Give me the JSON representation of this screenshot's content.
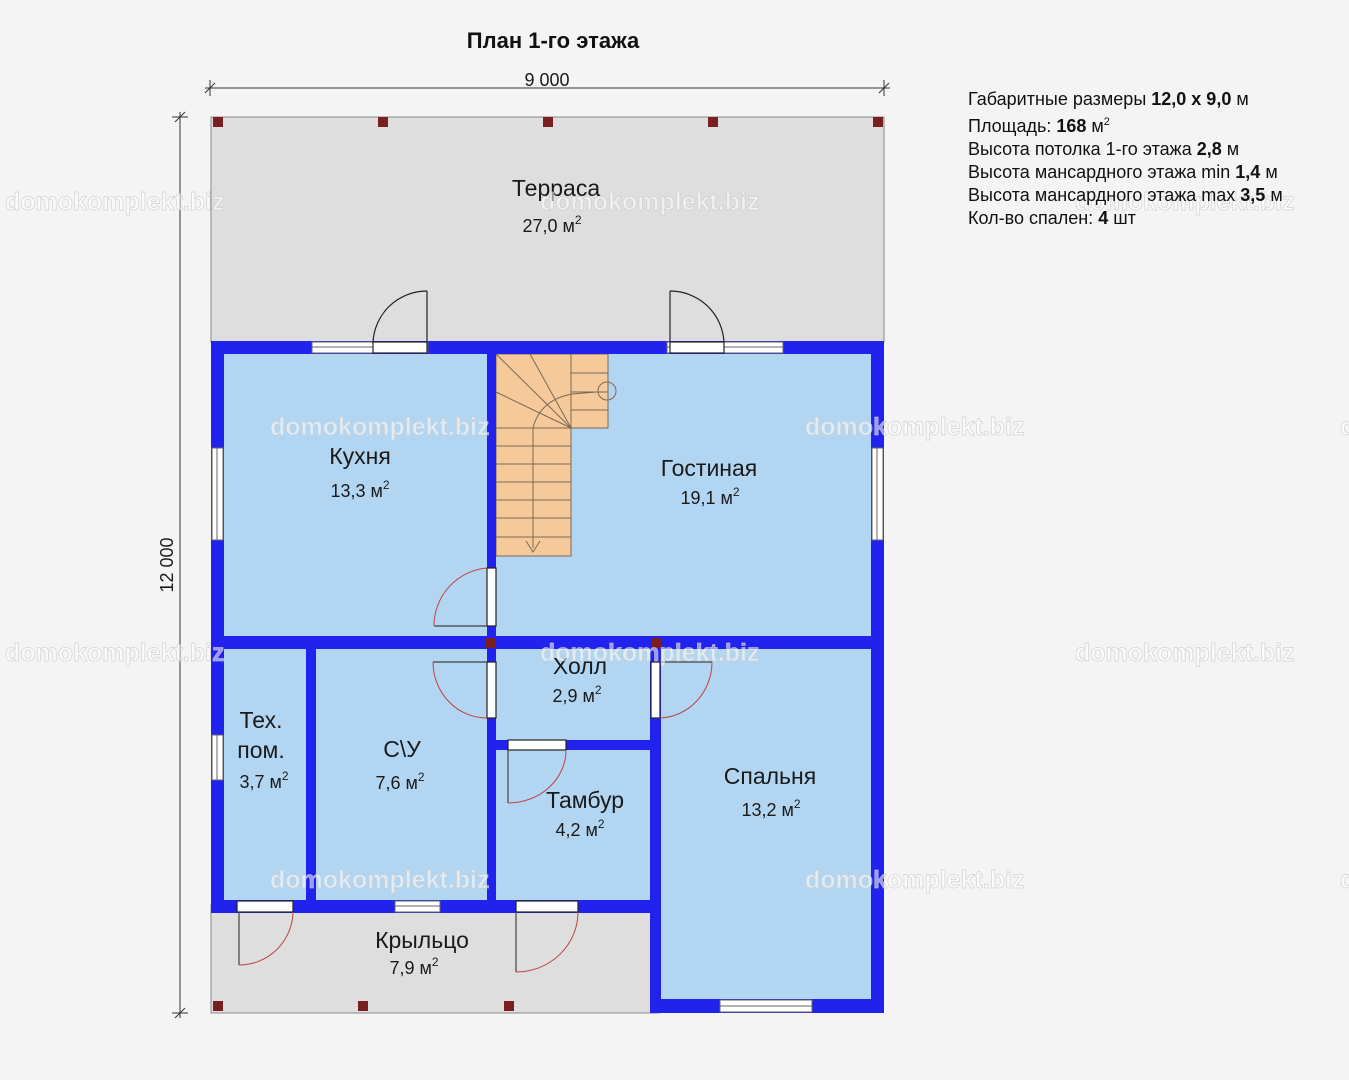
{
  "title": "План 1-го этажа",
  "dimensions": {
    "width": "9 000",
    "length": "12 000"
  },
  "watermark": "domokomplekt.biz",
  "rooms": {
    "terrace": {
      "name": "Терраса",
      "area": "27,0 м"
    },
    "kitchen": {
      "name": "Кухня",
      "area": "13,3 м"
    },
    "living": {
      "name": "Гостиная",
      "area": "19,1 м"
    },
    "hall": {
      "name": "Холл",
      "area": "2,9 м"
    },
    "tech": {
      "name_line1": "Тех.",
      "name_line2": "пом.",
      "area": "3,7 м"
    },
    "bathroom": {
      "name": "С\\У",
      "area": "7,6 м"
    },
    "vestibule": {
      "name": "Тамбур",
      "area": "4,2 м"
    },
    "bedroom": {
      "name": "Спальня",
      "area": "13,2 м"
    },
    "porch": {
      "name": "Крыльцо",
      "area": "7,9 м"
    }
  },
  "area_exponent": "2",
  "specs": [
    {
      "label": "Габаритные размеры ",
      "value": "12,0 х 9,0",
      "unit": " м"
    },
    {
      "label": "Площадь: ",
      "value": "168",
      "unit": " м",
      "sup": "2"
    },
    {
      "label": "Высота потолка 1-го этажа ",
      "value": "2,8",
      "unit": " м"
    },
    {
      "label": "Высота мансардного этажа min ",
      "value": "1,4",
      "unit": " м"
    },
    {
      "label": "Высота мансардного этажа max ",
      "value": "3,5",
      "unit": " м"
    },
    {
      "label": "Кол-во спален: ",
      "value": "4",
      "unit": " шт"
    }
  ],
  "colors": {
    "room_fill": "#b2d6f2",
    "outdoor_fill": "#dedede",
    "wall": "#2222ee",
    "post": "#7a1f1f",
    "stair": "#f6c99a",
    "background": "#f4f4f4"
  }
}
